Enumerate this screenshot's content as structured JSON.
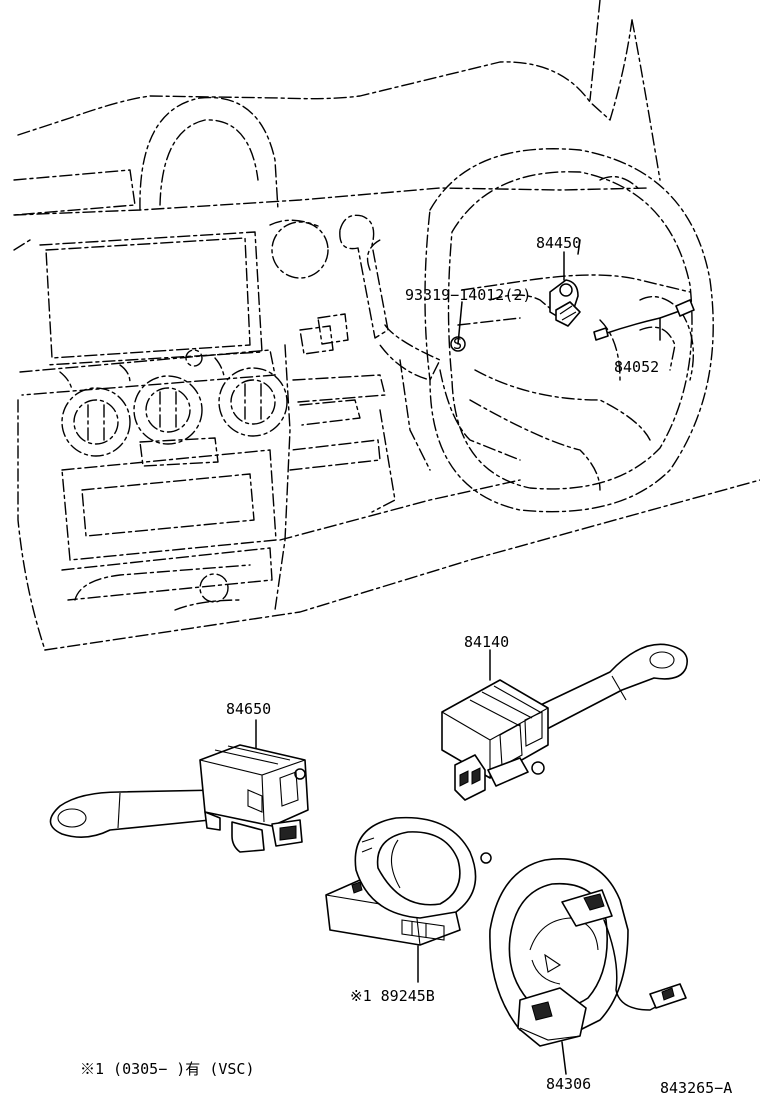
{
  "labels": {
    "p84450": "84450",
    "p93319": "93319−14012(2)",
    "p84052": "84052",
    "p84140": "84140",
    "p84650": "84650",
    "p89245": "※1 89245B",
    "p84306": "84306",
    "footnote": "※1 (0305−      )有 (VSC)",
    "drawing_no": "843265−A"
  },
  "symbols": {
    "screw_mark": "S"
  }
}
